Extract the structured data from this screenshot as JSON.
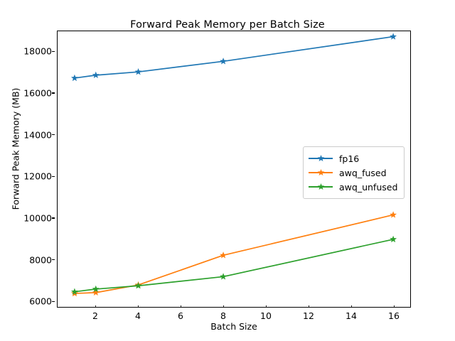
{
  "chart_data": {
    "type": "line",
    "title": "Forward Peak Memory per Batch Size",
    "xlabel": "Batch Size",
    "ylabel": "Forward Peak Memory (MB)",
    "xlim": [
      0.2,
      16.8
    ],
    "ylim": [
      5700,
      19000
    ],
    "grid": false,
    "legend_position": "center right",
    "x": [
      1,
      2,
      4,
      8,
      16
    ],
    "xticks": [
      2,
      4,
      6,
      8,
      10,
      12,
      14,
      16
    ],
    "yticks": [
      6000,
      8000,
      10000,
      12000,
      14000,
      16000,
      18000
    ],
    "marker": "star",
    "series": [
      {
        "name": "fp16",
        "color": "#1f77b4",
        "values": [
          16740,
          16880,
          17040,
          17550,
          18740
        ]
      },
      {
        "name": "awq_fused",
        "color": "#ff7f0e",
        "values": [
          6350,
          6390,
          6760,
          8190,
          10140
        ]
      },
      {
        "name": "awq_unfused",
        "color": "#2ca02c",
        "values": [
          6430,
          6560,
          6720,
          7160,
          8960
        ]
      }
    ]
  }
}
